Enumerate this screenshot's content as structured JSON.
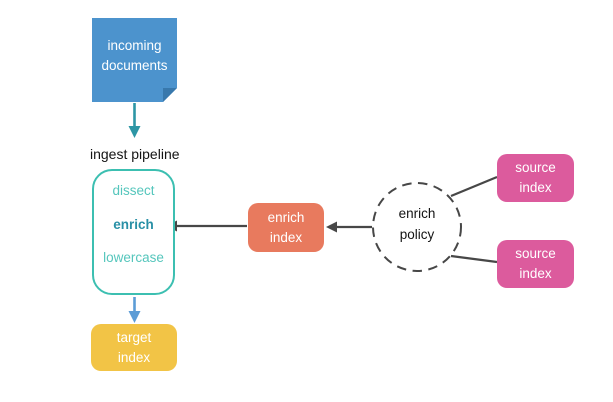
{
  "diagram": {
    "incoming_documents": {
      "label": "incoming\ndocuments"
    },
    "ingest_pipeline": {
      "title": "ingest pipeline",
      "processors": [
        {
          "label": "dissect",
          "emphasis": false
        },
        {
          "label": "enrich",
          "emphasis": true
        },
        {
          "label": "lowercase",
          "emphasis": false
        }
      ]
    },
    "target_index": {
      "label": "target\nindex"
    },
    "enrich_index": {
      "label": "enrich\nindex"
    },
    "enrich_policy": {
      "label": "enrich\npolicy"
    },
    "source_index_top": {
      "label": "source\nindex"
    },
    "source_index_bottom": {
      "label": "source\nindex"
    }
  },
  "colors": {
    "document_blue": "#4C93CD",
    "document_fold": "#3878AC",
    "pipeline_border_teal": "#3CBFB1",
    "processor_teal": "#55C6BC",
    "processor_enrich_teal": "#2990A6",
    "enrich_index_orange": "#E87A5E",
    "source_index_pink": "#DC5B9D",
    "target_index_yellow": "#F2C446",
    "arrow_teal": "#2D96A5",
    "arrow_blue": "#5C9CD6",
    "connector_gray": "#474747",
    "text_black": "#141414"
  }
}
